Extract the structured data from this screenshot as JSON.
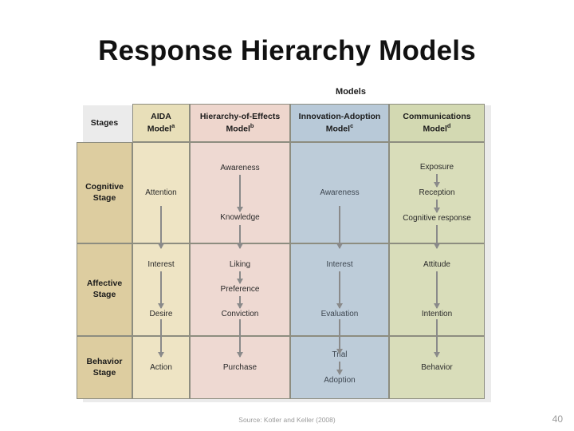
{
  "slide": {
    "title": "Response Hierarchy Models",
    "source_note": "Source: Kotler and Keller  (2008)",
    "page_number": "40"
  },
  "figure": {
    "models_label": "Models",
    "stages_header": "Stages",
    "colors": {
      "stages_column": "#ddcda0",
      "aida_column": "#eee4c4",
      "hierarchy_of_effects_column": "#eed9d2",
      "innovation_adoption_column": "#bdccd9",
      "communications_column": "#d9ddba",
      "arrow": "#8a8a8a",
      "grid_line": "#8d8d80"
    },
    "columns": [
      {
        "key": "aida",
        "title_line1": "AIDA",
        "title_line2": "Model",
        "superscript": "a"
      },
      {
        "key": "hoe",
        "title_line1": "Hierarchy-of-Effects",
        "title_line2": "Model",
        "superscript": "b"
      },
      {
        "key": "ia",
        "title_line1": "Innovation-Adoption",
        "title_line2": "Model",
        "superscript": "c"
      },
      {
        "key": "comm",
        "title_line1": "Communications",
        "title_line2": "Model",
        "superscript": "d"
      }
    ],
    "stages": [
      {
        "key": "cognitive",
        "line1": "Cognitive",
        "line2": "Stage"
      },
      {
        "key": "affective",
        "line1": "Affective",
        "line2": "Stage"
      },
      {
        "key": "behavior",
        "line1": "Behavior",
        "line2": "Stage"
      }
    ],
    "cells": {
      "cognitive": {
        "aida": [
          "Attention"
        ],
        "hoe": [
          "Awareness",
          "Knowledge"
        ],
        "ia": [
          "Awareness"
        ],
        "comm": [
          "Exposure",
          "Reception",
          "Cognitive response"
        ]
      },
      "affective": {
        "aida": [
          "Interest",
          "Desire"
        ],
        "hoe": [
          "Liking",
          "Preference",
          "Conviction"
        ],
        "ia": [
          "Interest",
          "Evaluation"
        ],
        "comm": [
          "Attitude",
          "Intention"
        ]
      },
      "behavior": {
        "aida": [
          "Action"
        ],
        "hoe": [
          "Purchase"
        ],
        "ia": [
          "Trial",
          "Adoption"
        ],
        "comm": [
          "Behavior"
        ]
      }
    }
  }
}
